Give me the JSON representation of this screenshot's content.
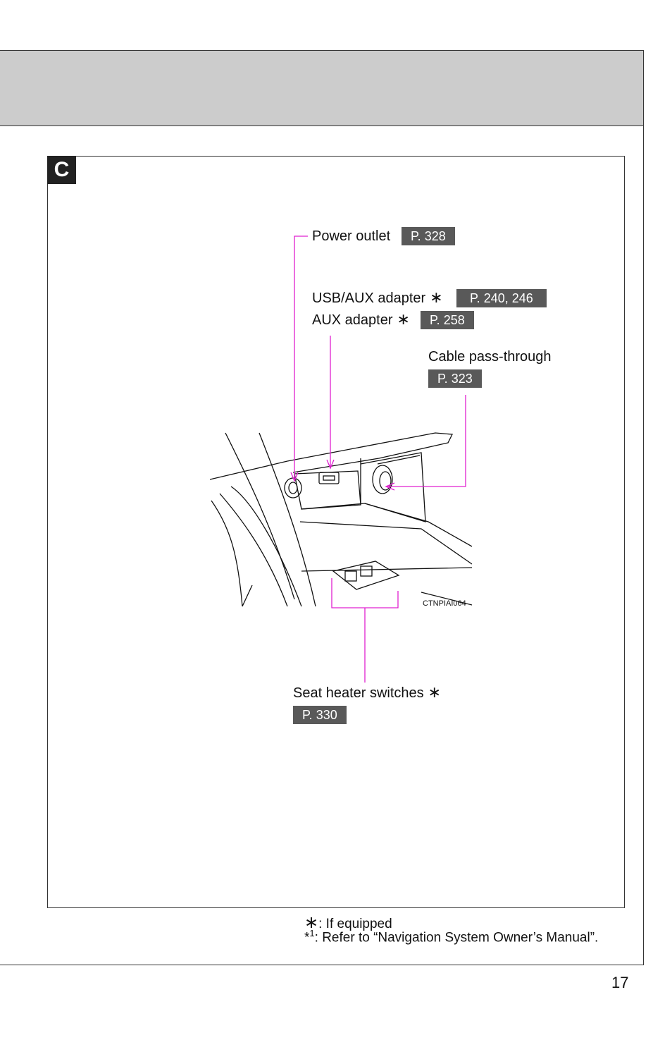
{
  "section": {
    "tag": "C"
  },
  "callouts": {
    "power_outlet": {
      "label": "Power outlet",
      "ref": "P. 328"
    },
    "usb_aux": {
      "label": "USB/AUX adapter",
      "star": "∗",
      "ref": "P. 240, 246"
    },
    "aux": {
      "label": "AUX adapter",
      "star": "∗",
      "ref": "P. 258"
    },
    "cable": {
      "label": "Cable pass-through",
      "ref": "P. 323"
    },
    "seat_heater": {
      "label": "Seat heater switches",
      "star": "∗",
      "ref": "P. 330"
    }
  },
  "figure": {
    "code": "CTNPIAI064"
  },
  "footnotes": {
    "equipped_mark": "∗",
    "equipped_text": ": If equipped",
    "nav_mark": "*",
    "nav_sup": "1",
    "nav_text": ": Refer to “Navigation System Owner’s Manual”."
  },
  "page": {
    "number": "17"
  },
  "colors": {
    "leader": "#e020d0",
    "ref_bg": "#595959",
    "header_bg": "#cccccc"
  }
}
